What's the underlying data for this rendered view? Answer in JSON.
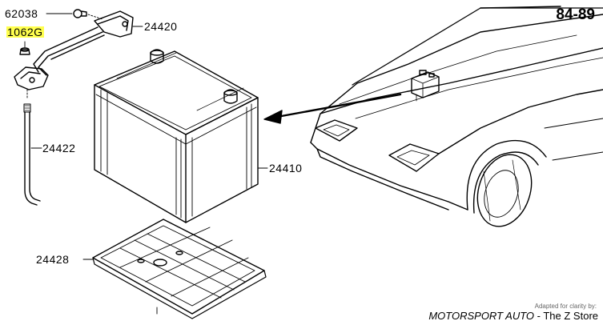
{
  "year_range": "84-89",
  "parts": {
    "clamp_bolt": "62038",
    "bracket": "24420",
    "nut": "1062G",
    "hold_down_rod": "24422",
    "battery": "24410",
    "battery_tray": "24428"
  },
  "credit": {
    "adapted": "Adapted for clarity by:",
    "brand": "MOTORSPORT AUTO",
    "separator": " - ",
    "store": "The Z Store"
  },
  "colors": {
    "line": "#000000",
    "highlight": "#ffff4d",
    "background": "#ffffff"
  }
}
